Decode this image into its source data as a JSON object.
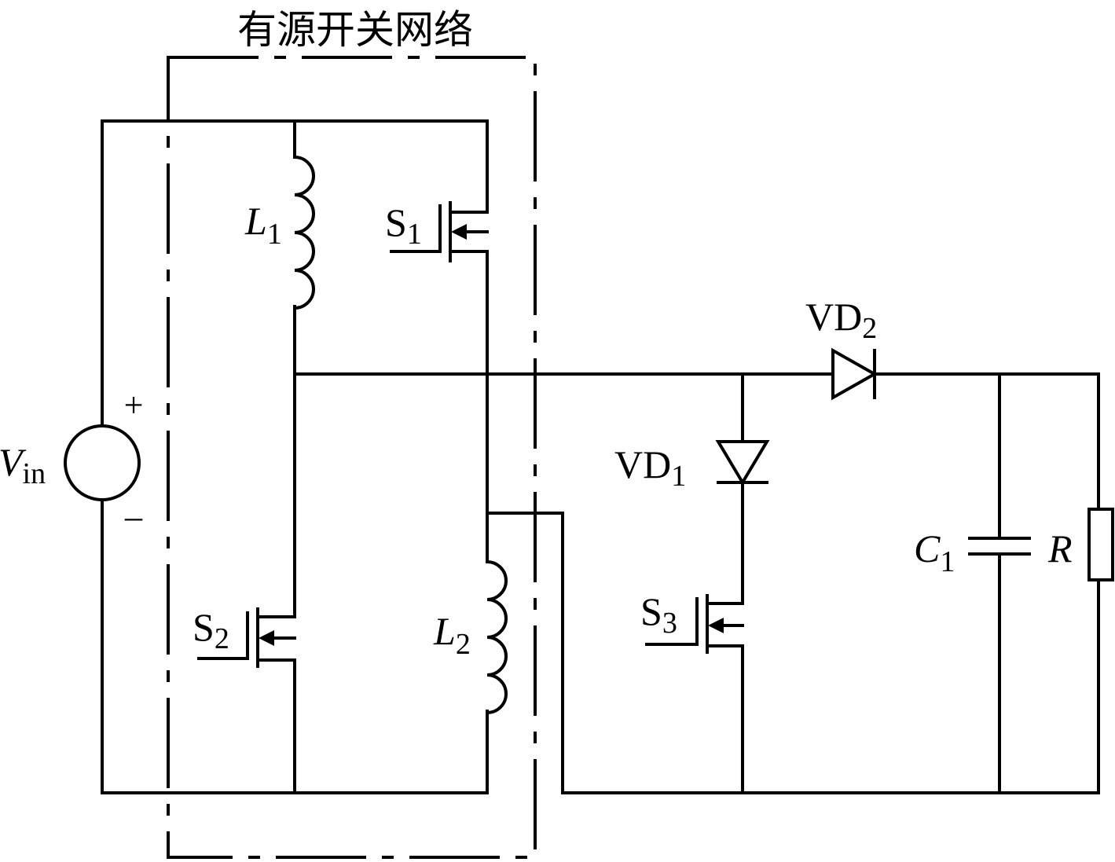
{
  "title": "有源开关网络",
  "labels": {
    "vin": {
      "main": "V",
      "sub": "in"
    },
    "plus": "+",
    "minus": "–",
    "l1": {
      "main": "L",
      "sub": "1"
    },
    "l2": {
      "main": "L",
      "sub": "2"
    },
    "s1": {
      "main": "S",
      "sub": "1"
    },
    "s2": {
      "main": "S",
      "sub": "2"
    },
    "s3": {
      "main": "S",
      "sub": "3"
    },
    "vd1": {
      "main": "VD",
      "sub": "1"
    },
    "vd2": {
      "main": "VD",
      "sub": "2"
    },
    "c1": {
      "main": "C",
      "sub": "1"
    },
    "r": "R"
  },
  "colors": {
    "line": "#000000",
    "background": "#ffffff"
  }
}
